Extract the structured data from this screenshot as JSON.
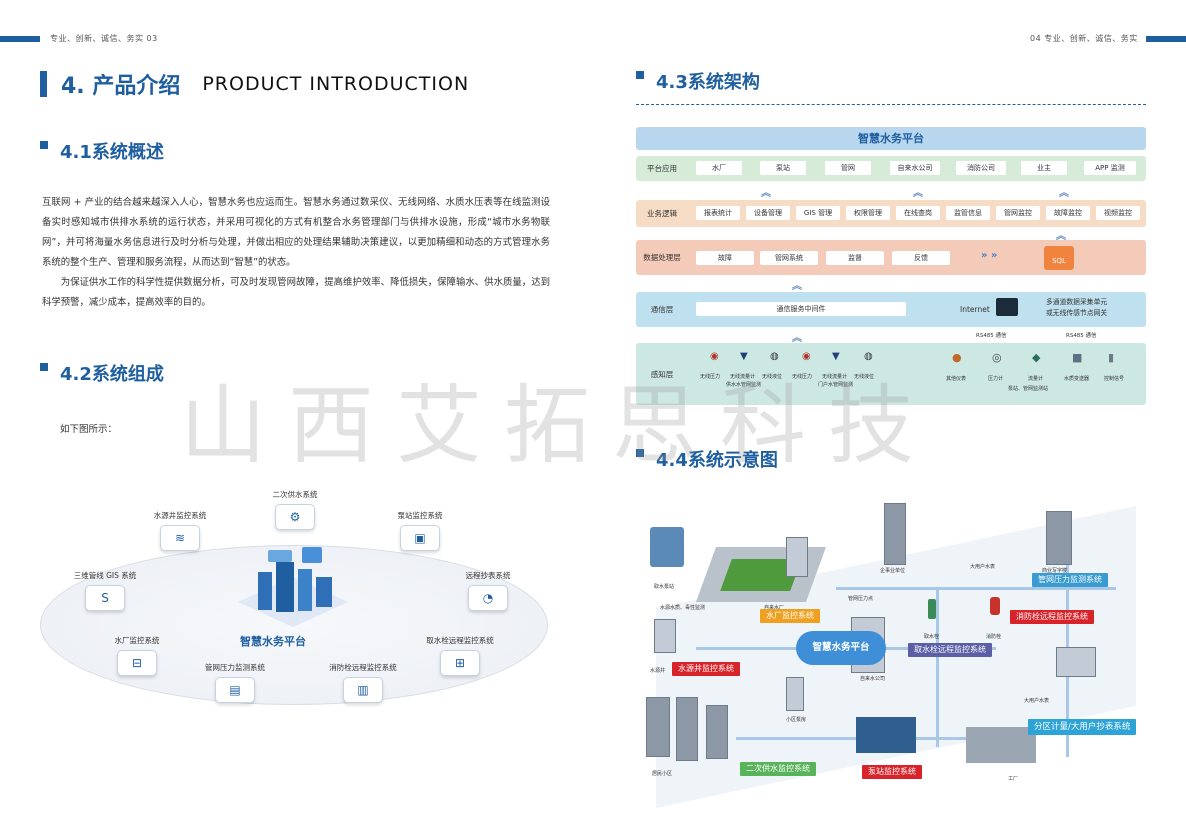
{
  "header": {
    "left_text": "专业、创新、诚信、务实   03",
    "right_text": "04   专业、创新、诚信、务实"
  },
  "left_page": {
    "title_cn": "4. 产品介绍",
    "title_en": "PRODUCT   INTRODUCTION",
    "sec41": "4.1系统概述",
    "para1": "互联网 + 产业的结合越来越深入人心，智慧水务也应运而生。智慧水务通过数采仪、无线网络、水质水压表等在线监测设备实时感知城市供排水系统的运行状态，并采用可视化的方式有机整合水务管理部门与供排水设施，形成“城市水务物联网”，并可将海量水务信息进行及时分析与处理，并做出相应的处理结果辅助决策建议，以更加精细和动态的方式管理水务系统的整个生产、管理和服务流程，从而达到“智慧”的状态。",
    "para2": "为保证供水工作的科学性提供数据分析，可及时发现管网故障，提高维护效率、降低损失，保障输水、供水质量，达到科学预警，减少成本，提高效率的目的。",
    "sec42": "4.2系统组成",
    "caption": "如下图所示：",
    "eco": {
      "center": "智慧水务平台",
      "nodes": [
        "二次供水系统",
        "水源井监控系统",
        "泵站监控系统",
        "三维管线 GIS 系统",
        "远程抄表系统",
        "水厂监控系统",
        "取水栓远程监控系统",
        "管网压力监测系统",
        "消防栓远程监控系统"
      ]
    }
  },
  "right_page": {
    "sec43": "4.3系统架构",
    "arch": {
      "top": "智慧水务平台",
      "layer1": {
        "name": "平台应用",
        "items": [
          "水厂",
          "泵站",
          "管网",
          "自来水公司",
          "消防公司",
          "业主",
          "APP 监测"
        ]
      },
      "layer2": {
        "name": "业务逻辑",
        "items": [
          "报表统计",
          "设备管理",
          "GIS 管理",
          "权限管理",
          "在线查岗",
          "监管信息",
          "管网监控",
          "故障监控",
          "视频监控"
        ]
      },
      "layer3": {
        "name": "数据处理层",
        "items": [
          "故障",
          "管网系统",
          "监督",
          "反馈"
        ],
        "sql": "SQL"
      },
      "layer4": {
        "name": "通信层",
        "middleware": "通信服务中间件",
        "internet": "Internet",
        "gateway": "多通道数据采集单元\n或无线传感节点网关"
      },
      "layer5": {
        "name": "感知层",
        "rs485_a": "RS485 通信",
        "rs485_b": "RS485 通信",
        "devices": [
          "无线压力",
          "无线流量计",
          "无线液位",
          "无线压力",
          "无线流量计",
          "无线液位",
          "其他仪表",
          "压力计",
          "流量计",
          "水质变送器",
          "控制信号"
        ],
        "group_a": "供水水管网监测",
        "group_b": "门户水管网监测",
        "group_c": "泵站、管网监测站"
      }
    },
    "sec44": "4.4系统示意图",
    "ill_tags": {
      "t1": "水厂监控系统",
      "t2": "水源井监控系统",
      "t3": "智慧水务平台",
      "t4": "管网压力监测系统",
      "t5": "消防栓远程监控系统",
      "t6": "取水栓远程监控系统",
      "t7": "分区计量/大用户抄表系统",
      "t8": "二次供水监控系统",
      "t9": "泵站监控系统"
    },
    "ill_small": [
      "取水泵站",
      "水源水质、毒性监测",
      "自来水厂",
      "水源井",
      "小区泵房",
      "居民小区",
      "自来水公司",
      "大用户水表",
      "管网压力点",
      "消防栓",
      "取水栓",
      "大用户水表",
      "工厂",
      "企事业单位",
      "商业写字楼"
    ]
  },
  "watermark": "山西艾拓思科技",
  "colors": {
    "brand": "#1f5fa0",
    "layer_app": "#d6ecd9",
    "layer_biz": "#f6dcc4",
    "layer_data": "#f3cbb8",
    "layer_comm": "#bfe0ef",
    "layer_sense": "#cde8e3"
  }
}
